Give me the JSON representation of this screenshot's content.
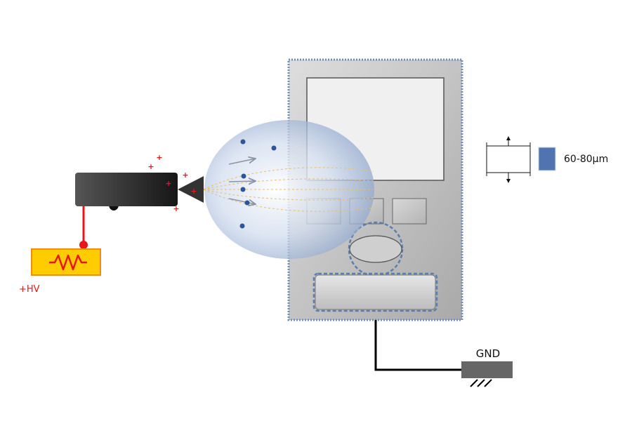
{
  "labels": {
    "hv": "+HV",
    "gnd": "GND",
    "thickness": "60-80μm"
  },
  "charge_symbol": "+",
  "colors": {
    "hv_wire": "#e8161a",
    "hv_box": "#ffcc00",
    "hv_box_border": "#f08a1a",
    "ground": "#666666",
    "spray_cloud": "#b8c8e2",
    "particle": "#2f5597",
    "coating_swatch": "#4f74b0",
    "dashed_outline": "#5a7fae",
    "device_border": "#6f8fb8"
  },
  "icons": {
    "spray_gun": "spray-gun-icon",
    "resistor": "resistor-icon",
    "ground": "ground-symbol-icon"
  }
}
